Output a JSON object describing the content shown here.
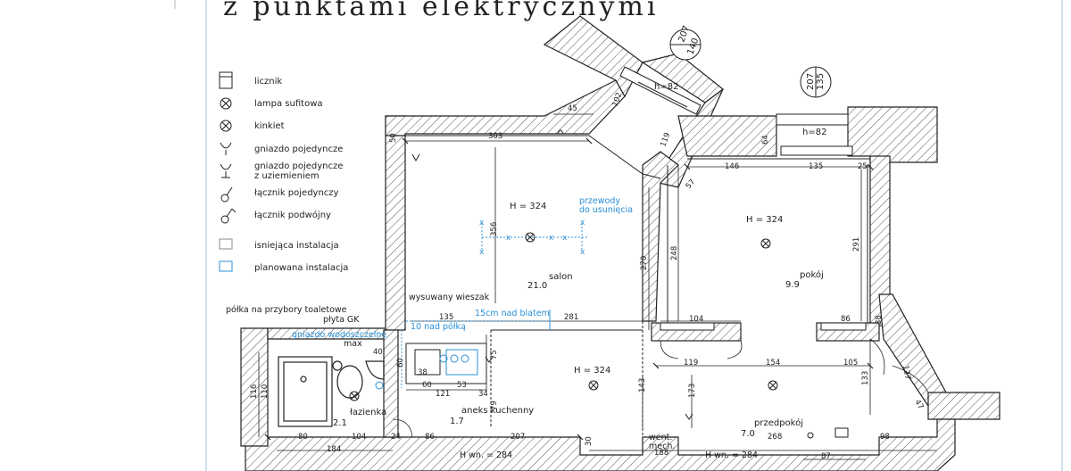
{
  "title": "z punktami elektrycznymi",
  "legend": [
    {
      "label": "licznik",
      "icon": "meter-icon"
    },
    {
      "label": "lampa sufitowa",
      "icon": "ceiling-lamp-icon"
    },
    {
      "label": "kinkiet",
      "icon": "wall-lamp-icon"
    },
    {
      "label": "gniazdo pojedyncze",
      "icon": "single-socket-icon"
    },
    {
      "label": "gniazdo pojedyncze",
      "label2": "z uziemieniem",
      "icon": "grounded-socket-icon"
    },
    {
      "label": "łącznik pojedynczy",
      "icon": "single-switch-icon"
    },
    {
      "label": "łącznik podwójny",
      "icon": "double-switch-icon"
    },
    {
      "label": "isniejąca instalacja",
      "icon": "existing-installation-icon"
    },
    {
      "label": "planowana instalacja",
      "icon": "planned-installation-icon"
    }
  ],
  "colors": {
    "planned": "#2a8fd6",
    "line": "#222222",
    "hatch": "#555555"
  },
  "rooms": {
    "salon": {
      "h": "H = 324",
      "name": "salon",
      "area": "21.0"
    },
    "pokoj": {
      "h": "H = 324",
      "name": "pokój",
      "area": "9.9"
    },
    "aneks": {
      "h": "H = 324",
      "name": "aneks kuchenny",
      "area": "1.7"
    },
    "przedpokoj": {
      "name": "przedpokój",
      "area": "7.0"
    },
    "lazienka": {
      "name": "łazienka",
      "area": "2.1"
    }
  },
  "window_tags": [
    {
      "top": "207",
      "bottom": "140"
    },
    {
      "top": "207",
      "bottom": "135"
    }
  ],
  "sill_heights": [
    "h=82",
    "h=82"
  ],
  "labels": {
    "polka": "półka na przybory toaletowe",
    "plyta": "płyta GK",
    "gniazdo_wod": "gniazdo wodoszczelne",
    "max": "max",
    "wieszak": "wysuwany wieszak",
    "nad_polka": "10 nad półką",
    "nad_blatem": "15cm nad blatem",
    "przewody1": "przewody",
    "przewody2": "do usunięcia",
    "went1": "went.",
    "went2": "mech.",
    "hwn_left": "H wn. = 284",
    "hwn_right": "H wn. = 284"
  },
  "dims": {
    "d303": "303",
    "d45": "45",
    "d102": "102",
    "d119a": "119",
    "d50": "50",
    "d64": "64",
    "d146": "146",
    "d135a": "135",
    "d25": "25",
    "d57": "57",
    "d356": "356",
    "d270": "270",
    "d248": "248",
    "d291": "291",
    "d104a": "104",
    "d86a": "86",
    "d38": "38",
    "d135b": "135",
    "d281": "281",
    "d40": "40",
    "d60a": "60",
    "d38b": "38",
    "d60b": "60",
    "d53": "53",
    "d121": "121",
    "d34": "34",
    "d75": "75",
    "d79": "79",
    "d119b": "119",
    "d154": "154",
    "d105": "105",
    "d143": "143",
    "d173": "173",
    "d133": "133",
    "d127": "127",
    "d47": "47",
    "d116": "116",
    "d110": "110",
    "d80": "80",
    "d104b": "104",
    "d24": "24",
    "d86b": "86",
    "d207": "207",
    "d188": "188",
    "d268": "268",
    "d98": "98",
    "d184": "184",
    "d87": "87",
    "d30": "30"
  }
}
